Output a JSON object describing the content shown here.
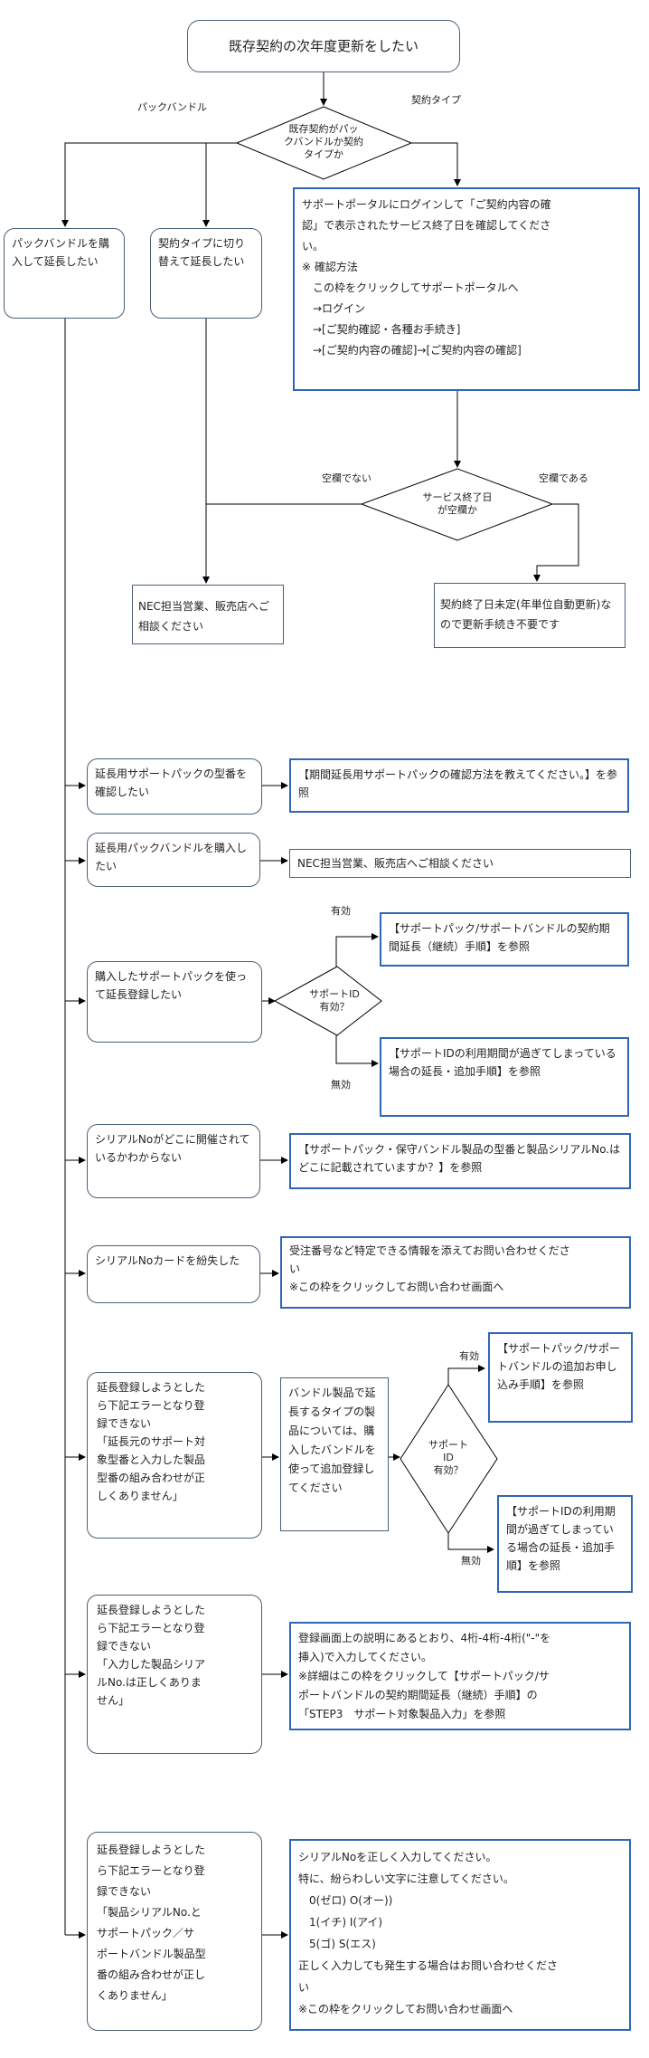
{
  "title": "既存契約の次年度更新をしたい",
  "decision1": {
    "lines": [
      "既存契約がパッ",
      "クバンドルか契約",
      "タイプか"
    ]
  },
  "branch1_left_label": "パックバンドル",
  "branch1_right_label": "契約タイプ",
  "box_pack_buy": "パックバンドルを購入して延長したい",
  "box_switch_contract": "契約タイプに切り替えて延長したい",
  "portal_box": {
    "lines": [
      "サポートポータルにログインして「ご契約内容の確",
      "認」で表示されたサービス終了日を確認してくださ",
      "い。",
      "※ 確認方法",
      "　この枠をクリックしてサポートポータルへ",
      "　→ログイン",
      "　→[ご契約確認・各種お手続き]",
      "　→[ご契約内容の確認]→[ご契約内容の確認]"
    ]
  },
  "decision2": {
    "lines": [
      "サービス終了日",
      "が空欄か"
    ]
  },
  "label_not_empty": "空欄でない",
  "label_empty": "空欄である",
  "box_consult_nec": "NEC担当営業、販売店へご相談ください",
  "box_auto_renew": "契約終了日未定(年単位自動更新)なので更新手続き不要です",
  "row1": {
    "left": "延長用サポートパックの型番を確認したい",
    "right": "【期間延長用サポートパックの確認方法を教えてください。】を参照"
  },
  "row2": {
    "left": "延長用パックバンドルを購入したい",
    "right": "NEC担当営業、販売店へご相談ください"
  },
  "row3": {
    "left": "購入したサポートパックを使って延長登録したい",
    "decision": [
      "サポートID",
      "有効？"
    ],
    "label_valid": "有効",
    "label_invalid": "無効",
    "right_valid": "【サポートパック/サポートバンドルの契約期間延長（継続）手順】を参照",
    "right_invalid": "【サポートIDの利用期間が過ぎてしまっている場合の延長・追加手順】を参照"
  },
  "row4": {
    "left": "シリアルNoがどこに開催されているかわからない",
    "right": "【サポートパック・保守バンドル製品の型番と製品シリアルNo.はどこに記載されていますか？】を参照"
  },
  "row5": {
    "left": "シリアルNoカードを紛失した",
    "right_lines": [
      "受注番号など特定できる情報を添えてお問い合わせくださ",
      "い",
      "※この枠をクリックしてお問い合わせ画面へ"
    ]
  },
  "row6": {
    "left_lines": [
      "延長登録しようとした",
      "ら下記エラーとなり登",
      "録できない",
      "「延長元のサポート対",
      "象型番と入力した製品",
      "型番の組み合わせが正",
      "しくありません」"
    ],
    "middle": "バンドル製品で延長するタイプの製品については、購入したバンドルを使って追加登録してください",
    "decision": [
      "サポート",
      "ID",
      "有効？"
    ],
    "label_valid": "有効",
    "label_invalid": "無効",
    "right_valid": "【サポートパック/サポートバンドルの追加お申し込み手順】を参照",
    "right_invalid": "【サポートIDの利用期間が過ぎてしまっている場合の延長・追加手順】を参照"
  },
  "row7": {
    "left_lines": [
      "延長登録しようとした",
      "ら下記エラーとなり登",
      "録できない",
      "「入力した製品シリア",
      "ルNo.は正しくありま",
      "せん」"
    ],
    "right_lines": [
      "登録画面上の説明にあるとおり、4桁-4桁-4桁(\"-\"を",
      "挿入)で入力してください。",
      "※詳細はこの枠をクリックして【サポートパック/サ",
      "ポートバンドルの契約期間延長（継続）手順】の",
      "「STEP3　サポート対象製品入力」を参照"
    ]
  },
  "row8": {
    "left_lines": [
      "延長登録しようとした",
      "ら下記エラーとなり登",
      "録できない",
      "「製品シリアルNo.と",
      "サポートパック／サ",
      "ポートバンドル製品型",
      "番の組み合わせが正し",
      "くありません」"
    ],
    "right_lines": [
      "シリアルNoを正しく入力してください。",
      "特に、紛らわしい文字に注意してください。",
      "　0(ゼロ) O(オー))",
      "　1(イチ) I(アイ)",
      "　5(ゴ) S(エス)",
      "正しく入力しても発生する場合はお問い合わせくださ",
      "い",
      "※この枠をクリックしてお問い合わせ画面へ"
    ]
  }
}
